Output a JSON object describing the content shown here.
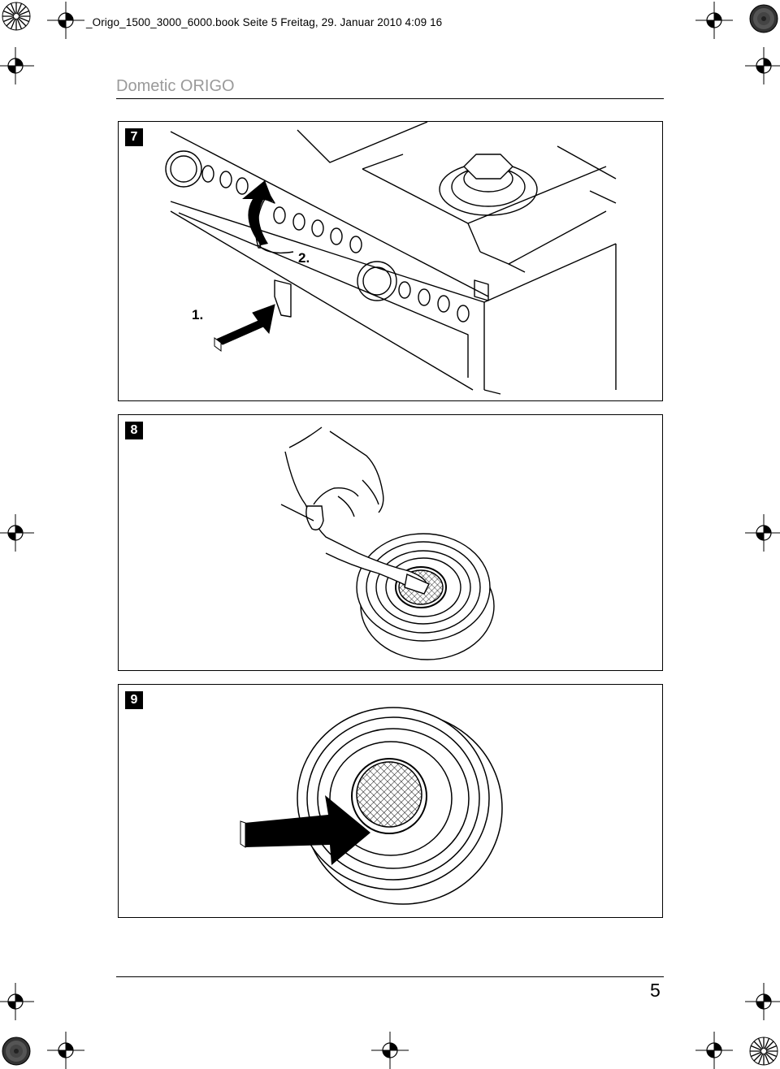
{
  "header": {
    "slug": "_Origo_1500_3000_6000.book  Seite 5  Freitag, 29. Januar 2010  4:09 16",
    "brand": "Dometic ORIGO"
  },
  "figures": [
    {
      "number": "7",
      "labels": {
        "step1": "1.",
        "step2": "2."
      }
    },
    {
      "number": "8"
    },
    {
      "number": "9"
    }
  ],
  "footer": {
    "page_number": "5"
  },
  "icons": [
    "registration-crosshair-icon",
    "color-wheel-icon",
    "arrow-icon"
  ]
}
